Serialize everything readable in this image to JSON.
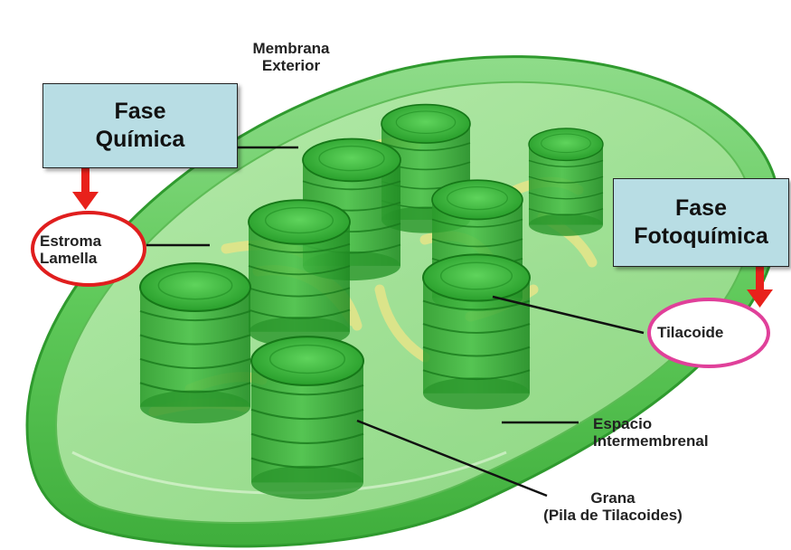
{
  "labels": {
    "outer_membrane": [
      "Membrana",
      "Exterior"
    ],
    "stroma_lamella": [
      "Estroma",
      "Lamella"
    ],
    "thylakoid": "Tilacoide",
    "intermembrane_space": [
      "Espacio",
      "Intermembrenal"
    ],
    "grana": [
      "Grana",
      "(Pila de Tilacoides)"
    ]
  },
  "boxes": {
    "chemical_phase": [
      "Fase",
      "Química"
    ],
    "photochemical_phase": [
      "Fase",
      "Fotoquímica"
    ]
  },
  "colors": {
    "box_fill": "#b8dde4",
    "arrow": "#e8211b",
    "stroma_circle": "#e01e1e",
    "thylakoid_circle": "#e0409a",
    "chloroplast_green": "#3fbf3f",
    "lamella_yellow": "#dfe58a"
  }
}
